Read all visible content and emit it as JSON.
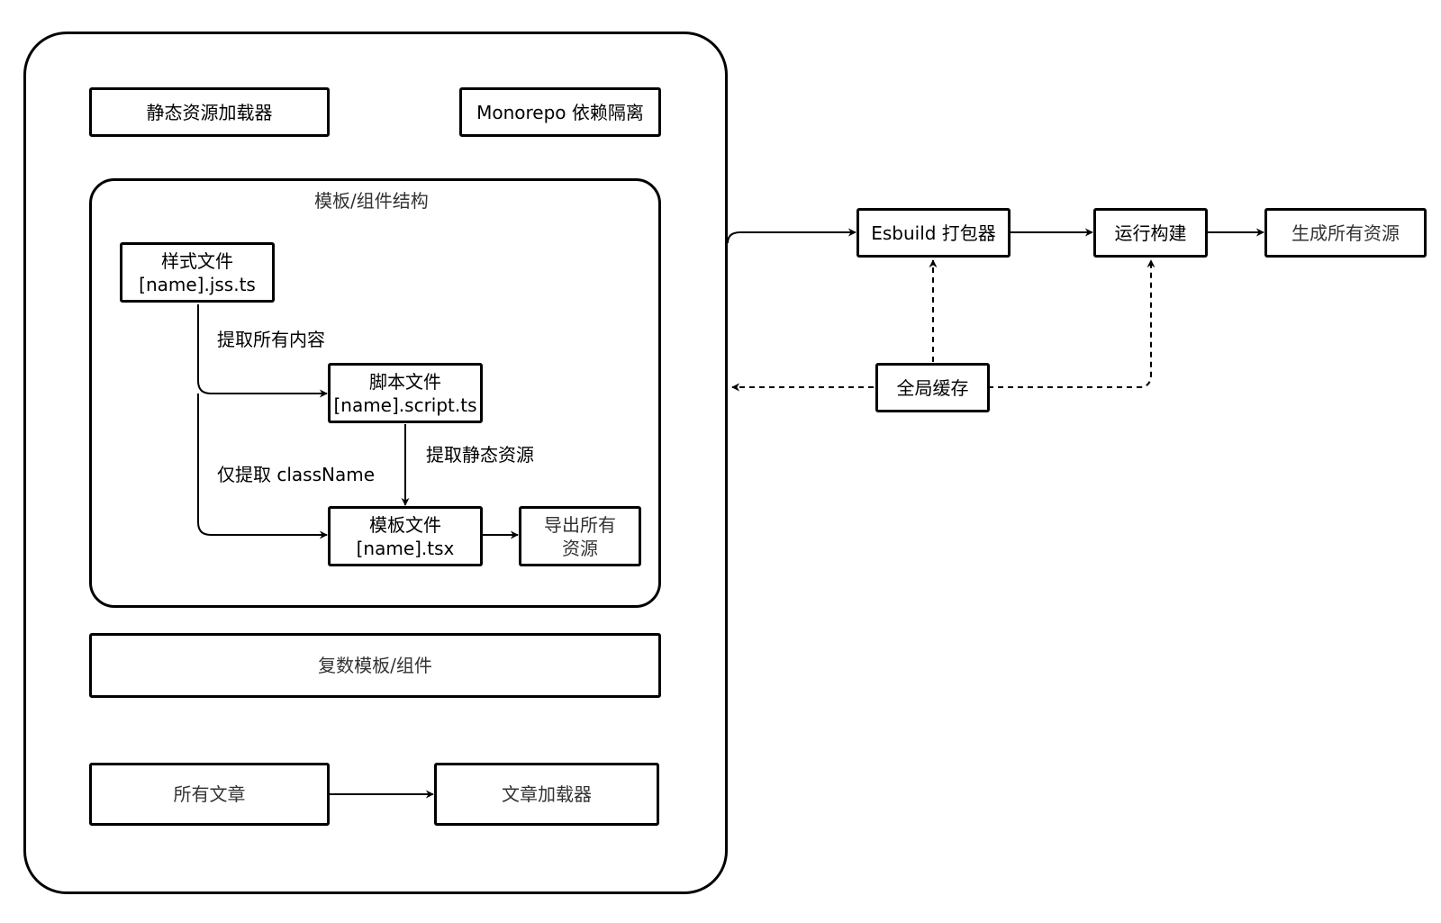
{
  "outer": {
    "static_loader": "静态资源加载器",
    "monorepo": "Monorepo 依赖隔离",
    "template_group": {
      "title": "模板/组件结构",
      "style_file": {
        "line1": "样式文件",
        "line2": "[name].jss.ts"
      },
      "script_file": {
        "line1": "脚本文件",
        "line2": "[name].script.ts"
      },
      "template_file": {
        "line1": "模板文件",
        "line2": "[name].tsx"
      },
      "export_all": {
        "line1": "导出所有",
        "line2": "资源"
      },
      "edge_extract_all": "提取所有内容",
      "edge_extract_classname": "仅提取 className",
      "edge_extract_static": "提取静态资源"
    },
    "multi_templates": "复数模板/组件",
    "all_articles": "所有文章",
    "article_loader": "文章加载器"
  },
  "pipeline": {
    "esbuild": "Esbuild 打包器",
    "run_build": "运行构建",
    "generate_all": "生成所有资源",
    "global_cache": "全局缓存"
  }
}
